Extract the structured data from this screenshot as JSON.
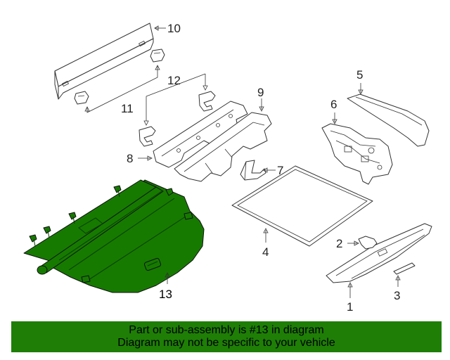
{
  "callouts": {
    "c1": "1",
    "c2": "2",
    "c3": "3",
    "c4": "4",
    "c5": "5",
    "c6": "6",
    "c7": "7",
    "c8": "8",
    "c9": "9",
    "c10": "10",
    "c11": "11",
    "c12": "12",
    "c13": "13"
  },
  "banner": {
    "line1": "Part or sub-assembly is #13 in diagram",
    "line2": "Diagram may not be specific to your vehicle"
  },
  "colors": {
    "highlight": "#167a00",
    "banner": "#1e7e06"
  }
}
